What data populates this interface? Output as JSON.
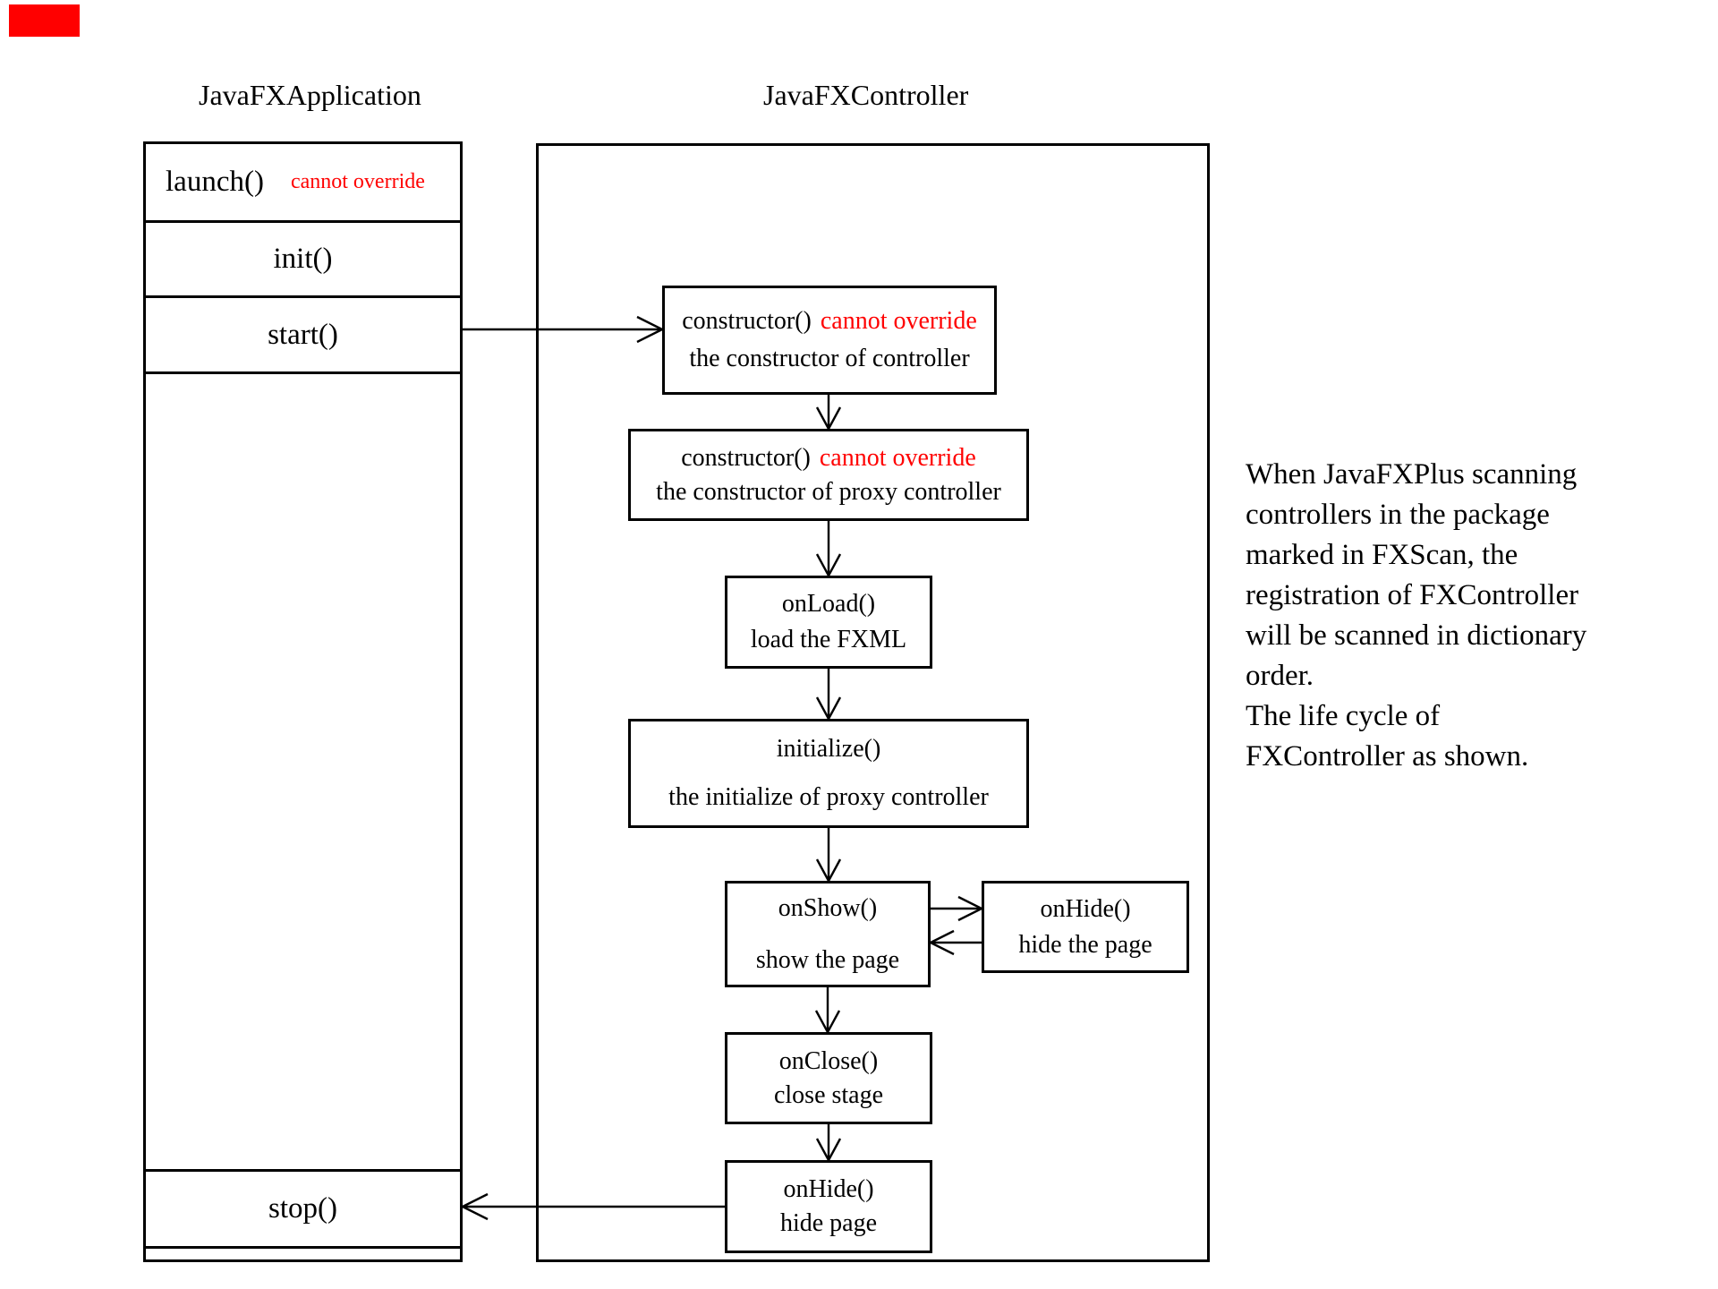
{
  "colors": {
    "highlight_red": "#ff0000",
    "ink": "#000000",
    "background": "#ffffff"
  },
  "marker": {
    "description": "red rectangle marker top-left"
  },
  "application": {
    "title": "JavaFXApplication",
    "methods": {
      "launch": "launch()",
      "launch_note": "cannot override",
      "init": "init()",
      "start": "start()",
      "stop": "stop()"
    }
  },
  "controller": {
    "title": "JavaFXController"
  },
  "flow": {
    "constructor_controller": {
      "title": "constructor()",
      "note": "cannot override",
      "subtitle": "the constructor of controller"
    },
    "constructor_proxy": {
      "title": "constructor()",
      "note": "cannot override",
      "subtitle": "the constructor of proxy controller"
    },
    "onload": {
      "title": "onLoad()",
      "subtitle": "load the FXML"
    },
    "initialize": {
      "title": "initialize()",
      "subtitle": "the initialize of proxy controller"
    },
    "onshow": {
      "title": "onShow()",
      "subtitle": "show the page"
    },
    "onhide_side": {
      "title": "onHide()",
      "subtitle": "hide the page"
    },
    "onclose": {
      "title": "onClose()",
      "subtitle": "close stage"
    },
    "onhide_bottom": {
      "title": "onHide()",
      "subtitle": "hide page"
    }
  },
  "side_note": {
    "lines": [
      "When JavaFXPlus scanning",
      "controllers in the package",
      "marked in FXScan, the",
      "registration of FXController",
      "will be scanned in dictionary",
      "order.",
      "The life cycle of",
      "FXController as shown."
    ]
  }
}
